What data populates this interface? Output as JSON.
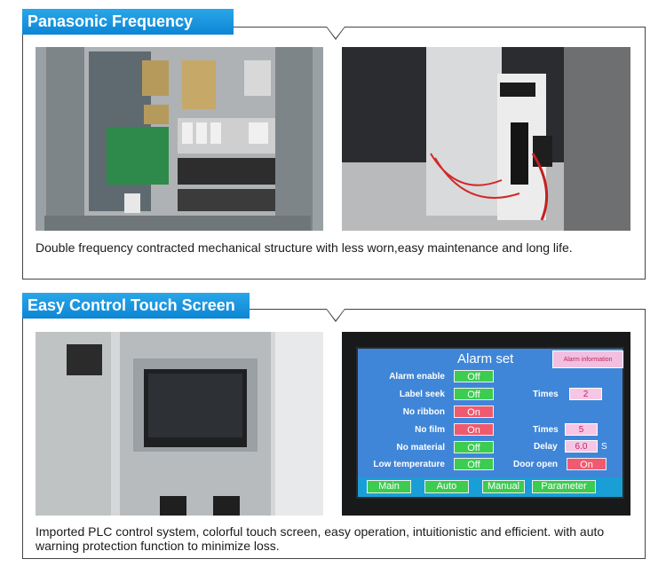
{
  "sections": [
    {
      "title": "Panasonic Frequency",
      "caption": "Double frequency contracted mechanical structure with less worn,easy maintenance and long life."
    },
    {
      "title": "Easy Control Touch Screen",
      "caption": "Imported PLC control system, colorful touch screen, easy operation, intuitionistic and efficient. with auto warning protection function to minimize loss."
    }
  ],
  "hmi": {
    "title": "Alarm set",
    "info_button": "Alarm information",
    "rows": [
      {
        "label": "Alarm enable",
        "state": "Off"
      },
      {
        "label": "Label seek",
        "state": "Off"
      },
      {
        "label": "No ribbon",
        "state": "On"
      },
      {
        "label": "No film",
        "state": "On"
      },
      {
        "label": "No material",
        "state": "Off"
      },
      {
        "label": "Low temperature",
        "state": "Off"
      }
    ],
    "right": [
      {
        "label": "Times",
        "value": "2"
      },
      {
        "label": "Times",
        "value": "5"
      },
      {
        "label": "Delay",
        "value": "6.0",
        "unit": "S"
      },
      {
        "label": "Door open",
        "state": "On"
      }
    ],
    "nav": [
      "Main",
      "Auto",
      "Manual",
      "Parameter"
    ]
  },
  "colors": {
    "header_blue": "#1796de",
    "hmi_bg": "#3f86d8",
    "toggle_on": "#f05a6e",
    "toggle_off": "#3ccc50"
  }
}
